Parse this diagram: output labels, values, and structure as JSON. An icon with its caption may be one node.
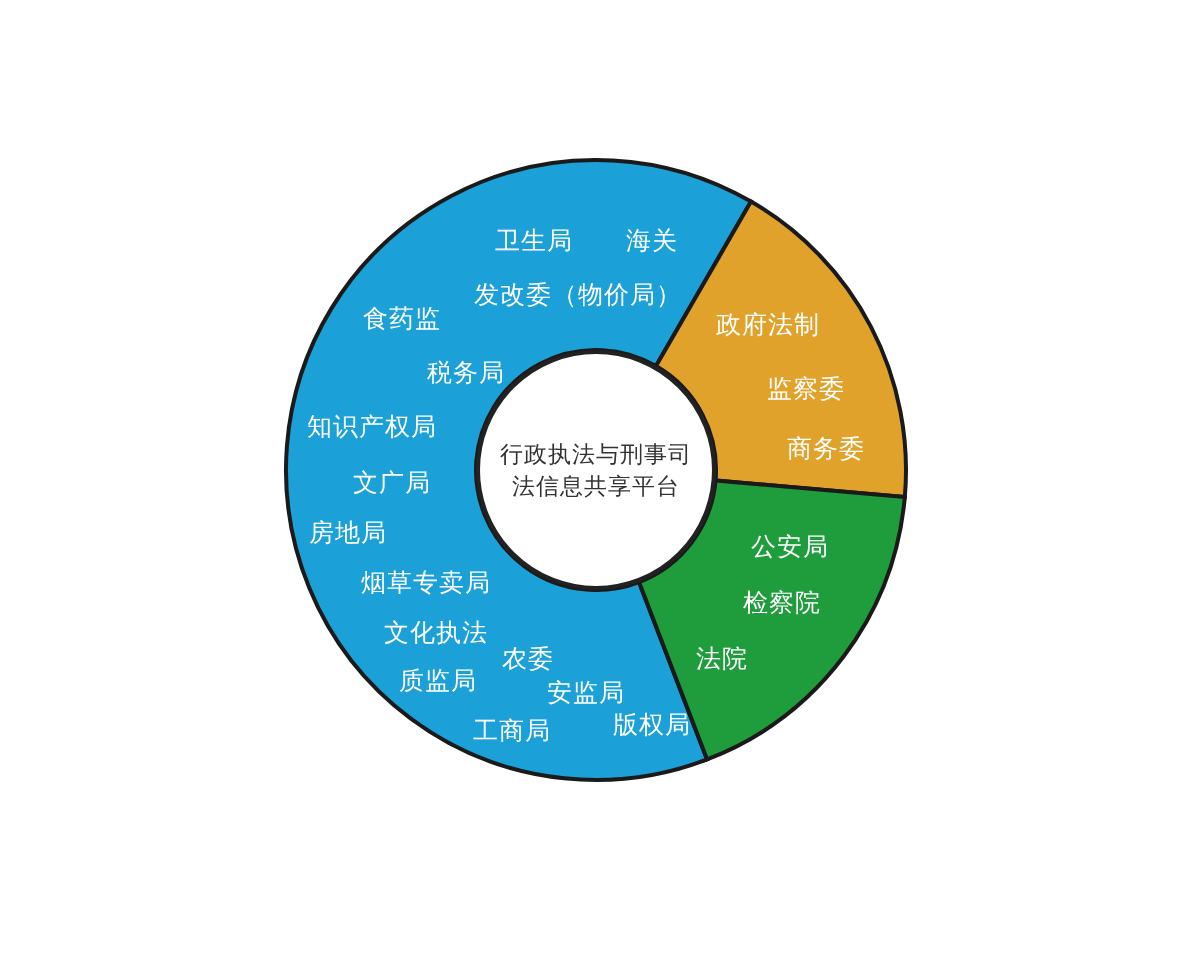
{
  "diagram": {
    "nodes": [
      {
        "text": [
          "行政执法与刑事司法信息共享平台"
        ]
      },
      {
        "text": [
          "卫生局",
          "海关",
          "发改委（物价局）",
          "食药监",
          "税务局",
          "知识产权局",
          "文广局",
          "房地局",
          "烟草专卖局",
          "文化执法",
          "农委",
          "质监局",
          "安监局",
          "工商局",
          "版权局"
        ]
      },
      {
        "text": [
          "政府法制",
          "监察委",
          "商务委"
        ]
      },
      {
        "text": [
          "公安局",
          "检察院",
          "法院"
        ]
      }
    ]
  }
}
